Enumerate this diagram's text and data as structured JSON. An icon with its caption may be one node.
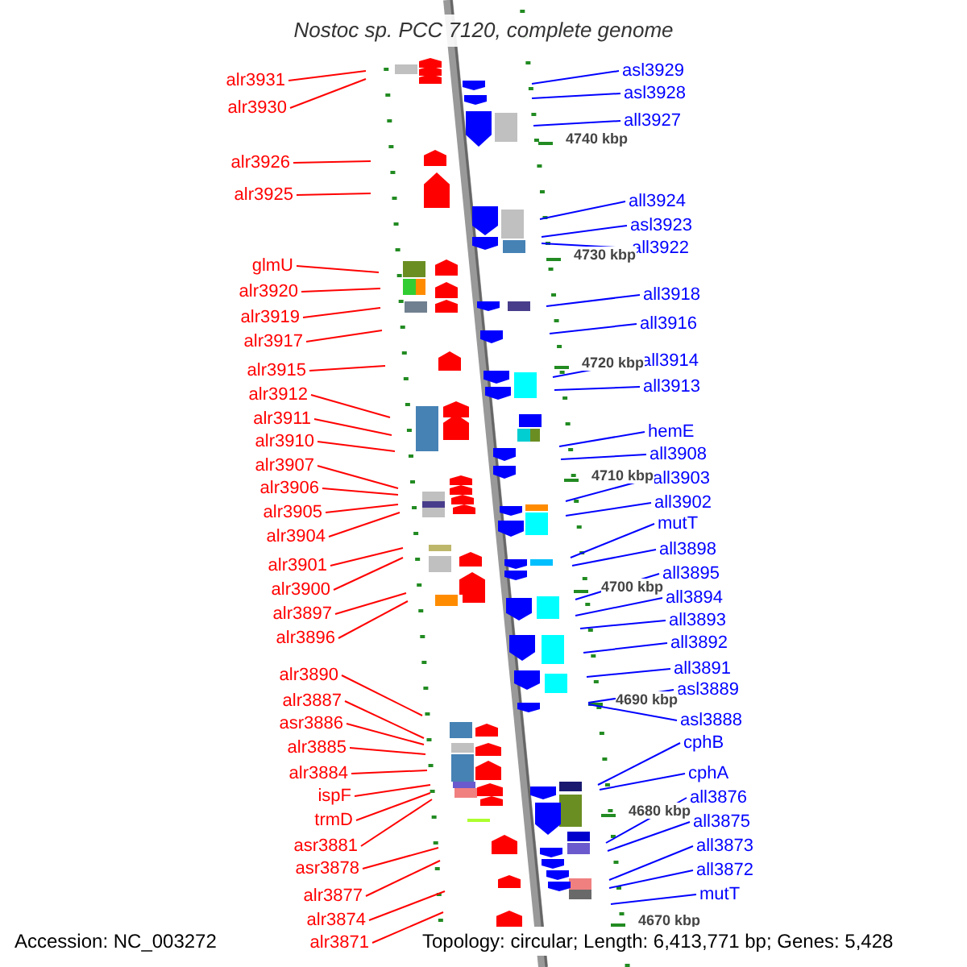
{
  "diagram": {
    "title": "Nostoc sp. PCC 7120, complete genome",
    "nodes": [
      {
        "text": [
          "alr3931"
        ]
      },
      {
        "text": [
          "alr3930"
        ]
      },
      {
        "text": [
          "alr3926"
        ]
      },
      {
        "text": [
          "alr3925"
        ]
      },
      {
        "text": [
          "glmU"
        ]
      },
      {
        "text": [
          "alr3920"
        ]
      },
      {
        "text": [
          "alr3919"
        ]
      },
      {
        "text": [
          "alr3917"
        ]
      },
      {
        "text": [
          "alr3915"
        ]
      },
      {
        "text": [
          "alr3912"
        ]
      },
      {
        "text": [
          "alr3911"
        ]
      },
      {
        "text": [
          "alr3910"
        ]
      },
      {
        "text": [
          "alr3907"
        ]
      },
      {
        "text": [
          "alr3906"
        ]
      },
      {
        "text": [
          "alr3905"
        ]
      },
      {
        "text": [
          "alr3904"
        ]
      },
      {
        "text": [
          "alr3901"
        ]
      },
      {
        "text": [
          "alr3900"
        ]
      },
      {
        "text": [
          "alr3897"
        ]
      },
      {
        "text": [
          "alr3896"
        ]
      },
      {
        "text": [
          "alr3890"
        ]
      },
      {
        "text": [
          "alr3887"
        ]
      },
      {
        "text": [
          "asr3886"
        ]
      },
      {
        "text": [
          "alr3885"
        ]
      },
      {
        "text": [
          "alr3884"
        ]
      },
      {
        "text": [
          "ispF"
        ]
      },
      {
        "text": [
          "trmD"
        ]
      },
      {
        "text": [
          "asr3881"
        ]
      },
      {
        "text": [
          "asr3878"
        ]
      },
      {
        "text": [
          "alr3877"
        ]
      },
      {
        "text": [
          "alr3874"
        ]
      },
      {
        "text": [
          "alr3871"
        ]
      },
      {
        "text": [
          "asl3929"
        ]
      },
      {
        "text": [
          "asl3928"
        ]
      },
      {
        "text": [
          "all3927"
        ]
      },
      {
        "text": [
          "all3924"
        ]
      },
      {
        "text": [
          "asl3923"
        ]
      },
      {
        "text": [
          "all3922"
        ]
      },
      {
        "text": [
          "all3918"
        ]
      },
      {
        "text": [
          "all3916"
        ]
      },
      {
        "text": [
          "all3914"
        ]
      },
      {
        "text": [
          "all3913"
        ]
      },
      {
        "text": [
          "hemE"
        ]
      },
      {
        "text": [
          "all3908"
        ]
      },
      {
        "text": [
          "all3903"
        ]
      },
      {
        "text": [
          "all3902"
        ]
      },
      {
        "text": [
          "mutT"
        ]
      },
      {
        "text": [
          "all3898"
        ]
      },
      {
        "text": [
          "all3895"
        ]
      },
      {
        "text": [
          "all3894"
        ]
      },
      {
        "text": [
          "all3893"
        ]
      },
      {
        "text": [
          "all3892"
        ]
      },
      {
        "text": [
          "all3891"
        ]
      },
      {
        "text": [
          "asl3889"
        ]
      },
      {
        "text": [
          "asl3888"
        ]
      },
      {
        "text": [
          "cphB"
        ]
      },
      {
        "text": [
          "cphA"
        ]
      },
      {
        "text": [
          "all3876"
        ]
      },
      {
        "text": [
          "all3875"
        ]
      },
      {
        "text": [
          "all3873"
        ]
      },
      {
        "text": [
          "all3872"
        ]
      },
      {
        "text": [
          "mutT"
        ]
      }
    ],
    "edges": [
      {
        "from": 0,
        "to": null,
        "arrow": "none",
        "color": "#ff0000"
      },
      {
        "from": 1,
        "to": null,
        "arrow": "none",
        "color": "#ff0000"
      },
      {
        "from": 2,
        "to": null,
        "arrow": "none",
        "color": "#ff0000"
      },
      {
        "from": 3,
        "to": null,
        "arrow": "none",
        "color": "#ff0000"
      },
      {
        "from": 4,
        "to": null,
        "arrow": "none",
        "color": "#ff0000"
      },
      {
        "from": 5,
        "to": null,
        "arrow": "none",
        "color": "#ff0000"
      },
      {
        "from": 6,
        "to": null,
        "arrow": "none",
        "color": "#ff0000"
      },
      {
        "from": 7,
        "to": null,
        "arrow": "none",
        "color": "#ff0000"
      },
      {
        "from": 8,
        "to": null,
        "arrow": "none",
        "color": "#ff0000"
      },
      {
        "from": 9,
        "to": null,
        "arrow": "none",
        "color": "#ff0000"
      },
      {
        "from": 10,
        "to": null,
        "arrow": "none",
        "color": "#ff0000"
      },
      {
        "from": 11,
        "to": null,
        "arrow": "none",
        "color": "#ff0000"
      },
      {
        "from": 12,
        "to": null,
        "arrow": "none",
        "color": "#ff0000"
      },
      {
        "from": 13,
        "to": null,
        "arrow": "none",
        "color": "#ff0000"
      },
      {
        "from": 14,
        "to": null,
        "arrow": "none",
        "color": "#ff0000"
      },
      {
        "from": 15,
        "to": null,
        "arrow": "none",
        "color": "#ff0000"
      },
      {
        "from": 16,
        "to": null,
        "arrow": "none",
        "color": "#ff0000"
      },
      {
        "from": 17,
        "to": null,
        "arrow": "none",
        "color": "#ff0000"
      },
      {
        "from": 18,
        "to": null,
        "arrow": "none",
        "color": "#ff0000"
      },
      {
        "from": 19,
        "to": null,
        "arrow": "none",
        "color": "#ff0000"
      },
      {
        "from": 20,
        "to": null,
        "arrow": "none",
        "color": "#ff0000"
      },
      {
        "from": 21,
        "to": null,
        "arrow": "none",
        "color": "#ff0000"
      },
      {
        "from": 22,
        "to": null,
        "arrow": "none",
        "color": "#ff0000"
      },
      {
        "from": 23,
        "to": null,
        "arrow": "none",
        "color": "#ff0000"
      },
      {
        "from": 24,
        "to": null,
        "arrow": "none",
        "color": "#ff0000"
      },
      {
        "from": 25,
        "to": null,
        "arrow": "none",
        "color": "#ff0000"
      },
      {
        "from": 26,
        "to": null,
        "arrow": "none",
        "color": "#ff0000"
      },
      {
        "from": 27,
        "to": null,
        "arrow": "none",
        "color": "#ff0000"
      },
      {
        "from": 28,
        "to": null,
        "arrow": "none",
        "color": "#ff0000"
      },
      {
        "from": 29,
        "to": null,
        "arrow": "none",
        "color": "#ff0000"
      },
      {
        "from": 30,
        "to": null,
        "arrow": "none",
        "color": "#ff0000"
      },
      {
        "from": 31,
        "to": null,
        "arrow": "none",
        "color": "#ff0000"
      },
      {
        "from": 32,
        "to": null,
        "arrow": "none",
        "color": "#0000ff"
      },
      {
        "from": 33,
        "to": null,
        "arrow": "none",
        "color": "#0000ff"
      },
      {
        "from": 34,
        "to": null,
        "arrow": "none",
        "color": "#0000ff"
      },
      {
        "from": 35,
        "to": null,
        "arrow": "none",
        "color": "#0000ff"
      },
      {
        "from": 36,
        "to": null,
        "arrow": "none",
        "color": "#0000ff"
      },
      {
        "from": 37,
        "to": null,
        "arrow": "none",
        "color": "#0000ff"
      },
      {
        "from": 38,
        "to": null,
        "arrow": "none",
        "color": "#0000ff"
      },
      {
        "from": 39,
        "to": null,
        "arrow": "none",
        "color": "#0000ff"
      },
      {
        "from": 40,
        "to": null,
        "arrow": "none",
        "color": "#0000ff"
      },
      {
        "from": 41,
        "to": null,
        "arrow": "none",
        "color": "#0000ff"
      },
      {
        "from": 42,
        "to": null,
        "arrow": "none",
        "color": "#0000ff"
      },
      {
        "from": 43,
        "to": null,
        "arrow": "none",
        "color": "#0000ff"
      },
      {
        "from": 44,
        "to": null,
        "arrow": "none",
        "color": "#0000ff"
      },
      {
        "from": 45,
        "to": null,
        "arrow": "none",
        "color": "#0000ff"
      },
      {
        "from": 46,
        "to": null,
        "arrow": "none",
        "color": "#0000ff"
      },
      {
        "from": 47,
        "to": null,
        "arrow": "none",
        "color": "#0000ff"
      },
      {
        "from": 48,
        "to": null,
        "arrow": "none",
        "color": "#0000ff"
      },
      {
        "from": 49,
        "to": null,
        "arrow": "none",
        "color": "#0000ff"
      },
      {
        "from": 50,
        "to": null,
        "arrow": "none",
        "color": "#0000ff"
      },
      {
        "from": 51,
        "to": null,
        "arrow": "none",
        "color": "#0000ff"
      },
      {
        "from": 52,
        "to": null,
        "arrow": "none",
        "color": "#0000ff"
      },
      {
        "from": 53,
        "to": null,
        "arrow": "none",
        "color": "#0000ff"
      },
      {
        "from": 54,
        "to": null,
        "arrow": "none",
        "color": "#0000ff"
      },
      {
        "from": 55,
        "to": null,
        "arrow": "none",
        "color": "#0000ff"
      },
      {
        "from": 56,
        "to": null,
        "arrow": "none",
        "color": "#0000ff"
      },
      {
        "from": 57,
        "to": null,
        "arrow": "none",
        "color": "#0000ff"
      },
      {
        "from": 58,
        "to": null,
        "arrow": "none",
        "color": "#0000ff"
      },
      {
        "from": 59,
        "to": null,
        "arrow": "none",
        "color": "#0000ff"
      },
      {
        "from": 60,
        "to": null,
        "arrow": "none",
        "color": "#0000ff"
      },
      {
        "from": 61,
        "to": null,
        "arrow": "none",
        "color": "#0000ff"
      }
    ],
    "labels": [
      "4740 kbp",
      "4730 kbp",
      "4720 kbp",
      "4710 kbp",
      "4700 kbp",
      "4690 kbp",
      "4680 kbp",
      "4670 kbp",
      "Accession: NC_003272",
      "Topology: circular; Length: 6,413,771 bp; Genes: 5,428"
    ]
  }
}
